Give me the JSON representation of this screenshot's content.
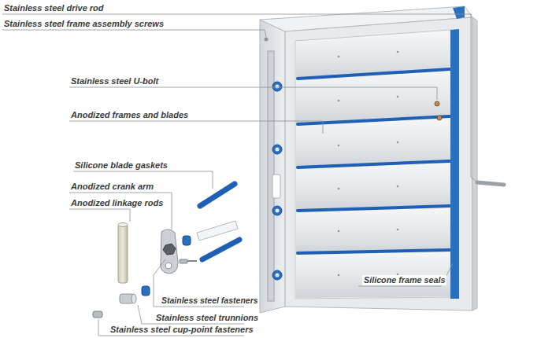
{
  "diagram": {
    "labels": [
      "Stainless steel drive rod",
      "Stainless steel frame assembly screws",
      "Stainless steel U-bolt",
      "Anodized frames and blades",
      "Silicone blade gaskets",
      "Anodized crank arm",
      "Anodized linkage rods",
      "Stainless steel fasteners",
      "Stainless steel trunnions",
      "Stainless steel cup-point fasteners",
      "Silicone frame seals"
    ]
  }
}
